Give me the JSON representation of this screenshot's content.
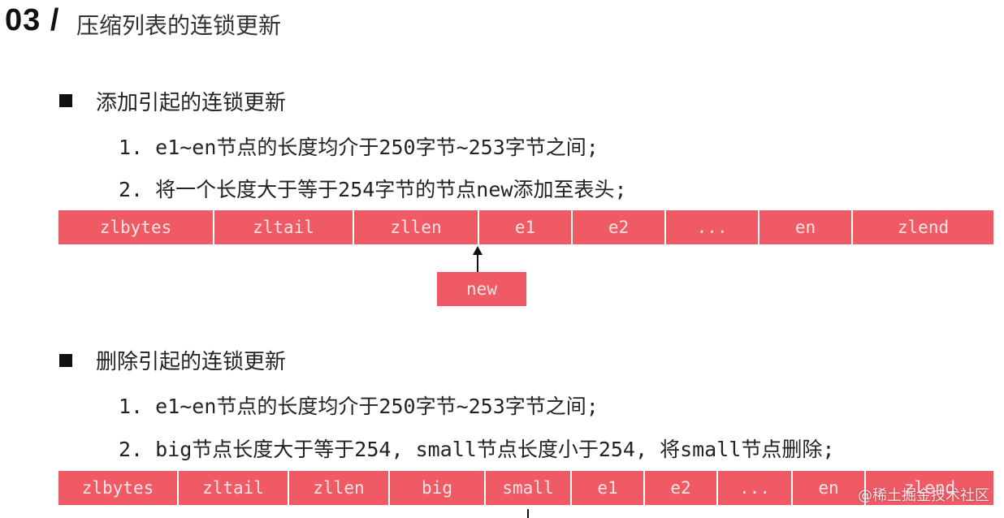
{
  "header": {
    "number": "03 /",
    "title": "压缩列表的连锁更新"
  },
  "add_section": {
    "heading": "添加引起的连锁更新",
    "steps": [
      "1. e1~en节点的长度均介于250字节~253字节之间;",
      "2. 将一个长度大于等于254字节的节点new添加至表头;"
    ],
    "cells": [
      "zlbytes",
      "zltail",
      "zllen",
      "e1",
      "e2",
      "...",
      "en",
      "zlend"
    ],
    "new_label": "new"
  },
  "delete_section": {
    "heading": "删除引起的连锁更新",
    "steps": [
      "1. e1~en节点的长度均介于250字节~253字节之间;",
      "2. big节点长度大于等于254, small节点长度小于254, 将small节点删除;"
    ],
    "cells": [
      "zlbytes",
      "zltail",
      "zllen",
      "big",
      "small",
      "e1",
      "e2",
      "...",
      "en",
      "zlend"
    ]
  },
  "watermark": "@稀土掘金技术社区",
  "colors": {
    "cell_bg": "#ef5a65",
    "cell_text": "#fbe4e6"
  }
}
